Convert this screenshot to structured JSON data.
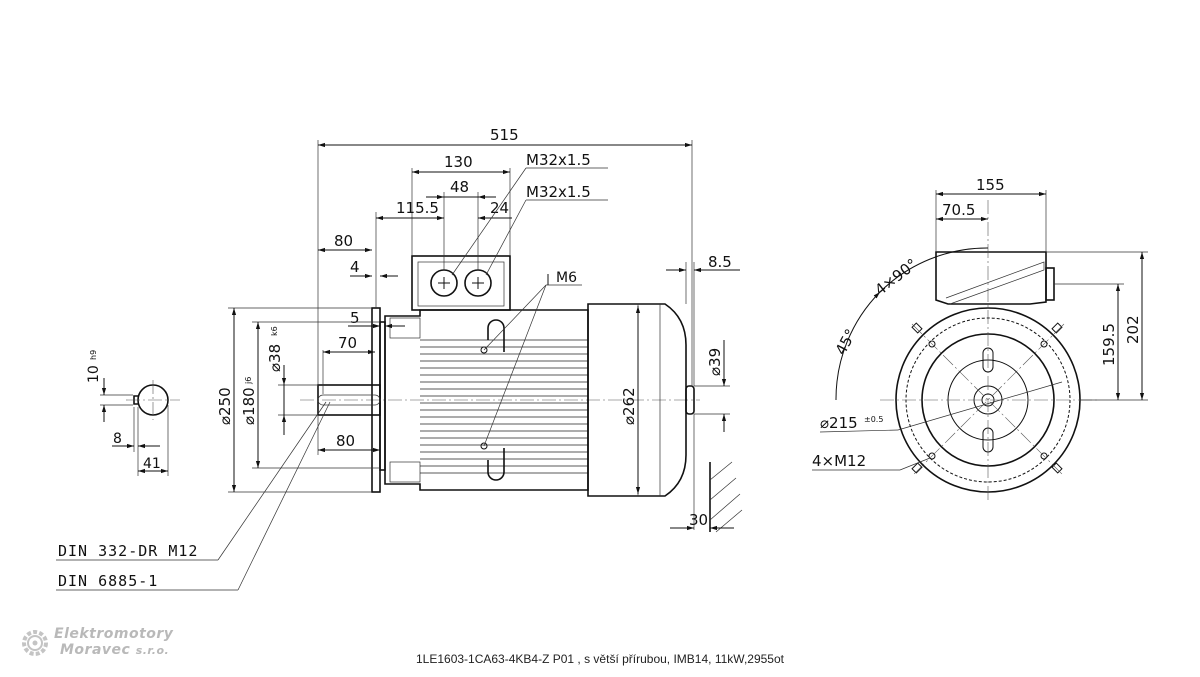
{
  "caption": "1LE1603-1CA63-4KB4-Z P01 , s větší přírubou, IMB14, 11kW,2955ot",
  "logo": {
    "line1": "Elektromotory",
    "line2": "Moravec",
    "line2_suffix": "s.r.o."
  },
  "notes": {
    "din332": "DIN 332-DR M12",
    "din6885": "DIN 6885-1"
  },
  "side_view": {
    "overall_length": "515",
    "terminal_box_width": "130",
    "gland_spacing": "48",
    "gland_offset": "24",
    "box_position": "115.5",
    "gland_thread_1": "M32x1.5",
    "gland_thread_2": "M32x1.5",
    "flange_to_shaft_end": "80",
    "flange_thickness": "4",
    "spigot_depth": "5",
    "shaft_keyway_length": "70",
    "shaft_length": "80",
    "flange_dia": "⌀250",
    "spigot_dia": "⌀180",
    "spigot_tol": "j6",
    "shaft_dia": "⌀38",
    "shaft_tol": "k6",
    "frame_dia": "⌀262",
    "rear_boss_dia": "⌀39",
    "rear_protrusion": "8.5",
    "fan_clearance": "30",
    "earth_thread": "M6"
  },
  "shaft_section": {
    "key_width": "10",
    "key_width_tol": "h9",
    "key_depth": "8",
    "shaft_height": "41"
  },
  "front_view": {
    "box_width": "155",
    "box_offset": "70.5",
    "box_height": "202",
    "box_center_height": "159.5",
    "pcd": "⌀215",
    "pcd_tol": "±0.5",
    "holes": "4×M12",
    "hole_angle": "4×90°",
    "offset_angle": "45°"
  }
}
